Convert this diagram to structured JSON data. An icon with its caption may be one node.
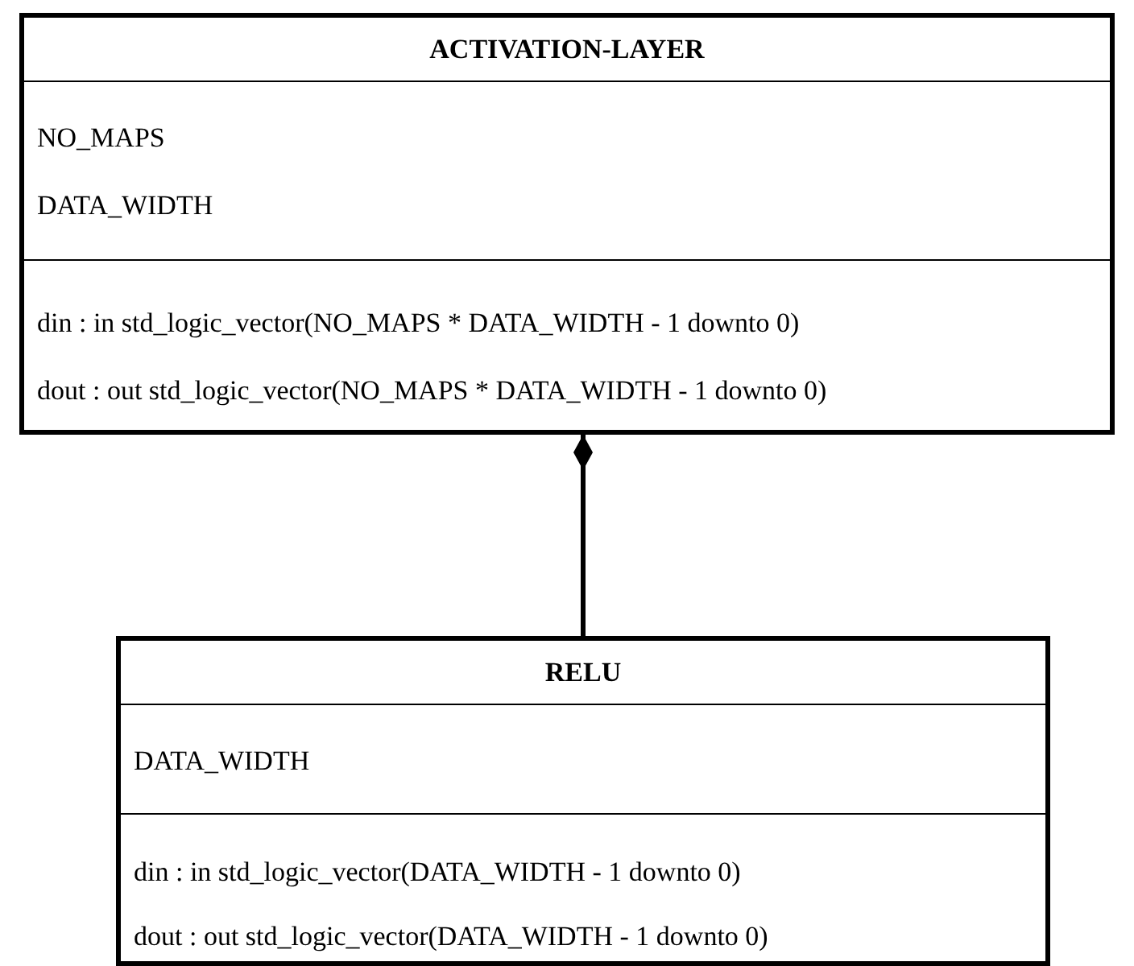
{
  "diagram": {
    "nodes": [
      {
        "text": [
          "ACTIVATION-LAYER",
          "NO_MAPS",
          "DATA_WIDTH",
          "din : in std_logic_vector(NO_MAPS * DATA_WIDTH - 1 downto 0)",
          "dout : out std_logic_vector(NO_MAPS * DATA_WIDTH - 1 downto 0)"
        ]
      },
      {
        "text": [
          "RELU",
          "DATA_WIDTH",
          "din : in std_logic_vector(DATA_WIDTH - 1 downto 0)",
          "dout : out std_logic_vector(DATA_WIDTH - 1 downto 0)"
        ]
      }
    ],
    "edges": [
      {
        "from": 1,
        "to": 0,
        "arrow": "other"
      }
    ]
  }
}
